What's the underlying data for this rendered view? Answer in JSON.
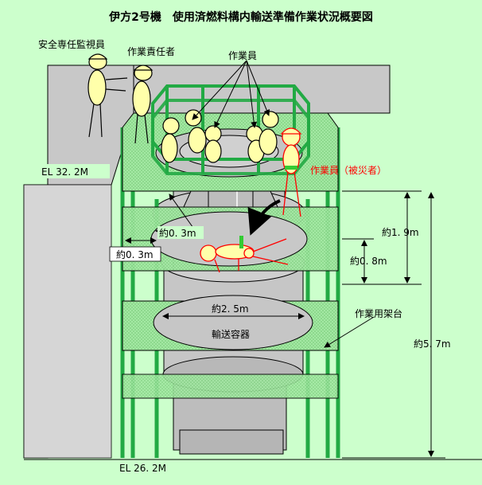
{
  "title": "伊方2号機　使用済燃料構内輸送準備作業状況概要図",
  "labels": {
    "safety_supervisor": "安全専任監視員",
    "work_leader": "作業責任者",
    "workers": "作業員",
    "injured_worker": "作業員（被災者）",
    "el_upper": "EL 32. 2M",
    "el_lower": "EL 26. 2M",
    "gap_upper": "約0. 3m",
    "gap_left": "約0. 3m",
    "container_diameter": "約2. 5m",
    "container_name": "輸送容器",
    "scaffold": "作業用架台",
    "dim_1_9": "約1. 9m",
    "dim_0_8": "約0. 8m",
    "dim_5_7": "約5. 7m"
  },
  "colors": {
    "background": "#ccffcc",
    "floor": "#c4c4c4",
    "scaffold_green": "#22aa44",
    "deck": "#99e699",
    "container": "#bfbfbf",
    "worker_body": "#ffffaa",
    "injured": "#ff0000",
    "arrow": "#000000"
  }
}
